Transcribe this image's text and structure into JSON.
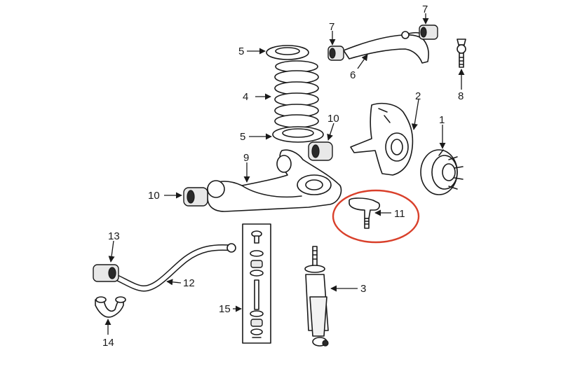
{
  "colors": {
    "ink": "#1a1a1a",
    "background": "#ffffff",
    "highlight": "#d9402b"
  },
  "callouts": {
    "coil_spring": "4",
    "spring_insulator_upper": "5",
    "spring_insulator_lower": "5",
    "upper_bushing_front": "7",
    "upper_bushing_rear": "7",
    "upper_control_arm": "6",
    "upper_ball_joint": "8",
    "steering_knuckle": "2",
    "hub_bearing": "1",
    "lower_bushing_rear": "10",
    "lower_bushing_front": "10",
    "lower_control_arm": "9",
    "tie_rod_end": "11",
    "stabilizer_bushing": "13",
    "stabilizer_bar": "12",
    "stabilizer_clamp": "14",
    "link_kit": "15",
    "shock_absorber": "3"
  },
  "highlight": {
    "target_callout": "11",
    "shape": "ellipse"
  }
}
